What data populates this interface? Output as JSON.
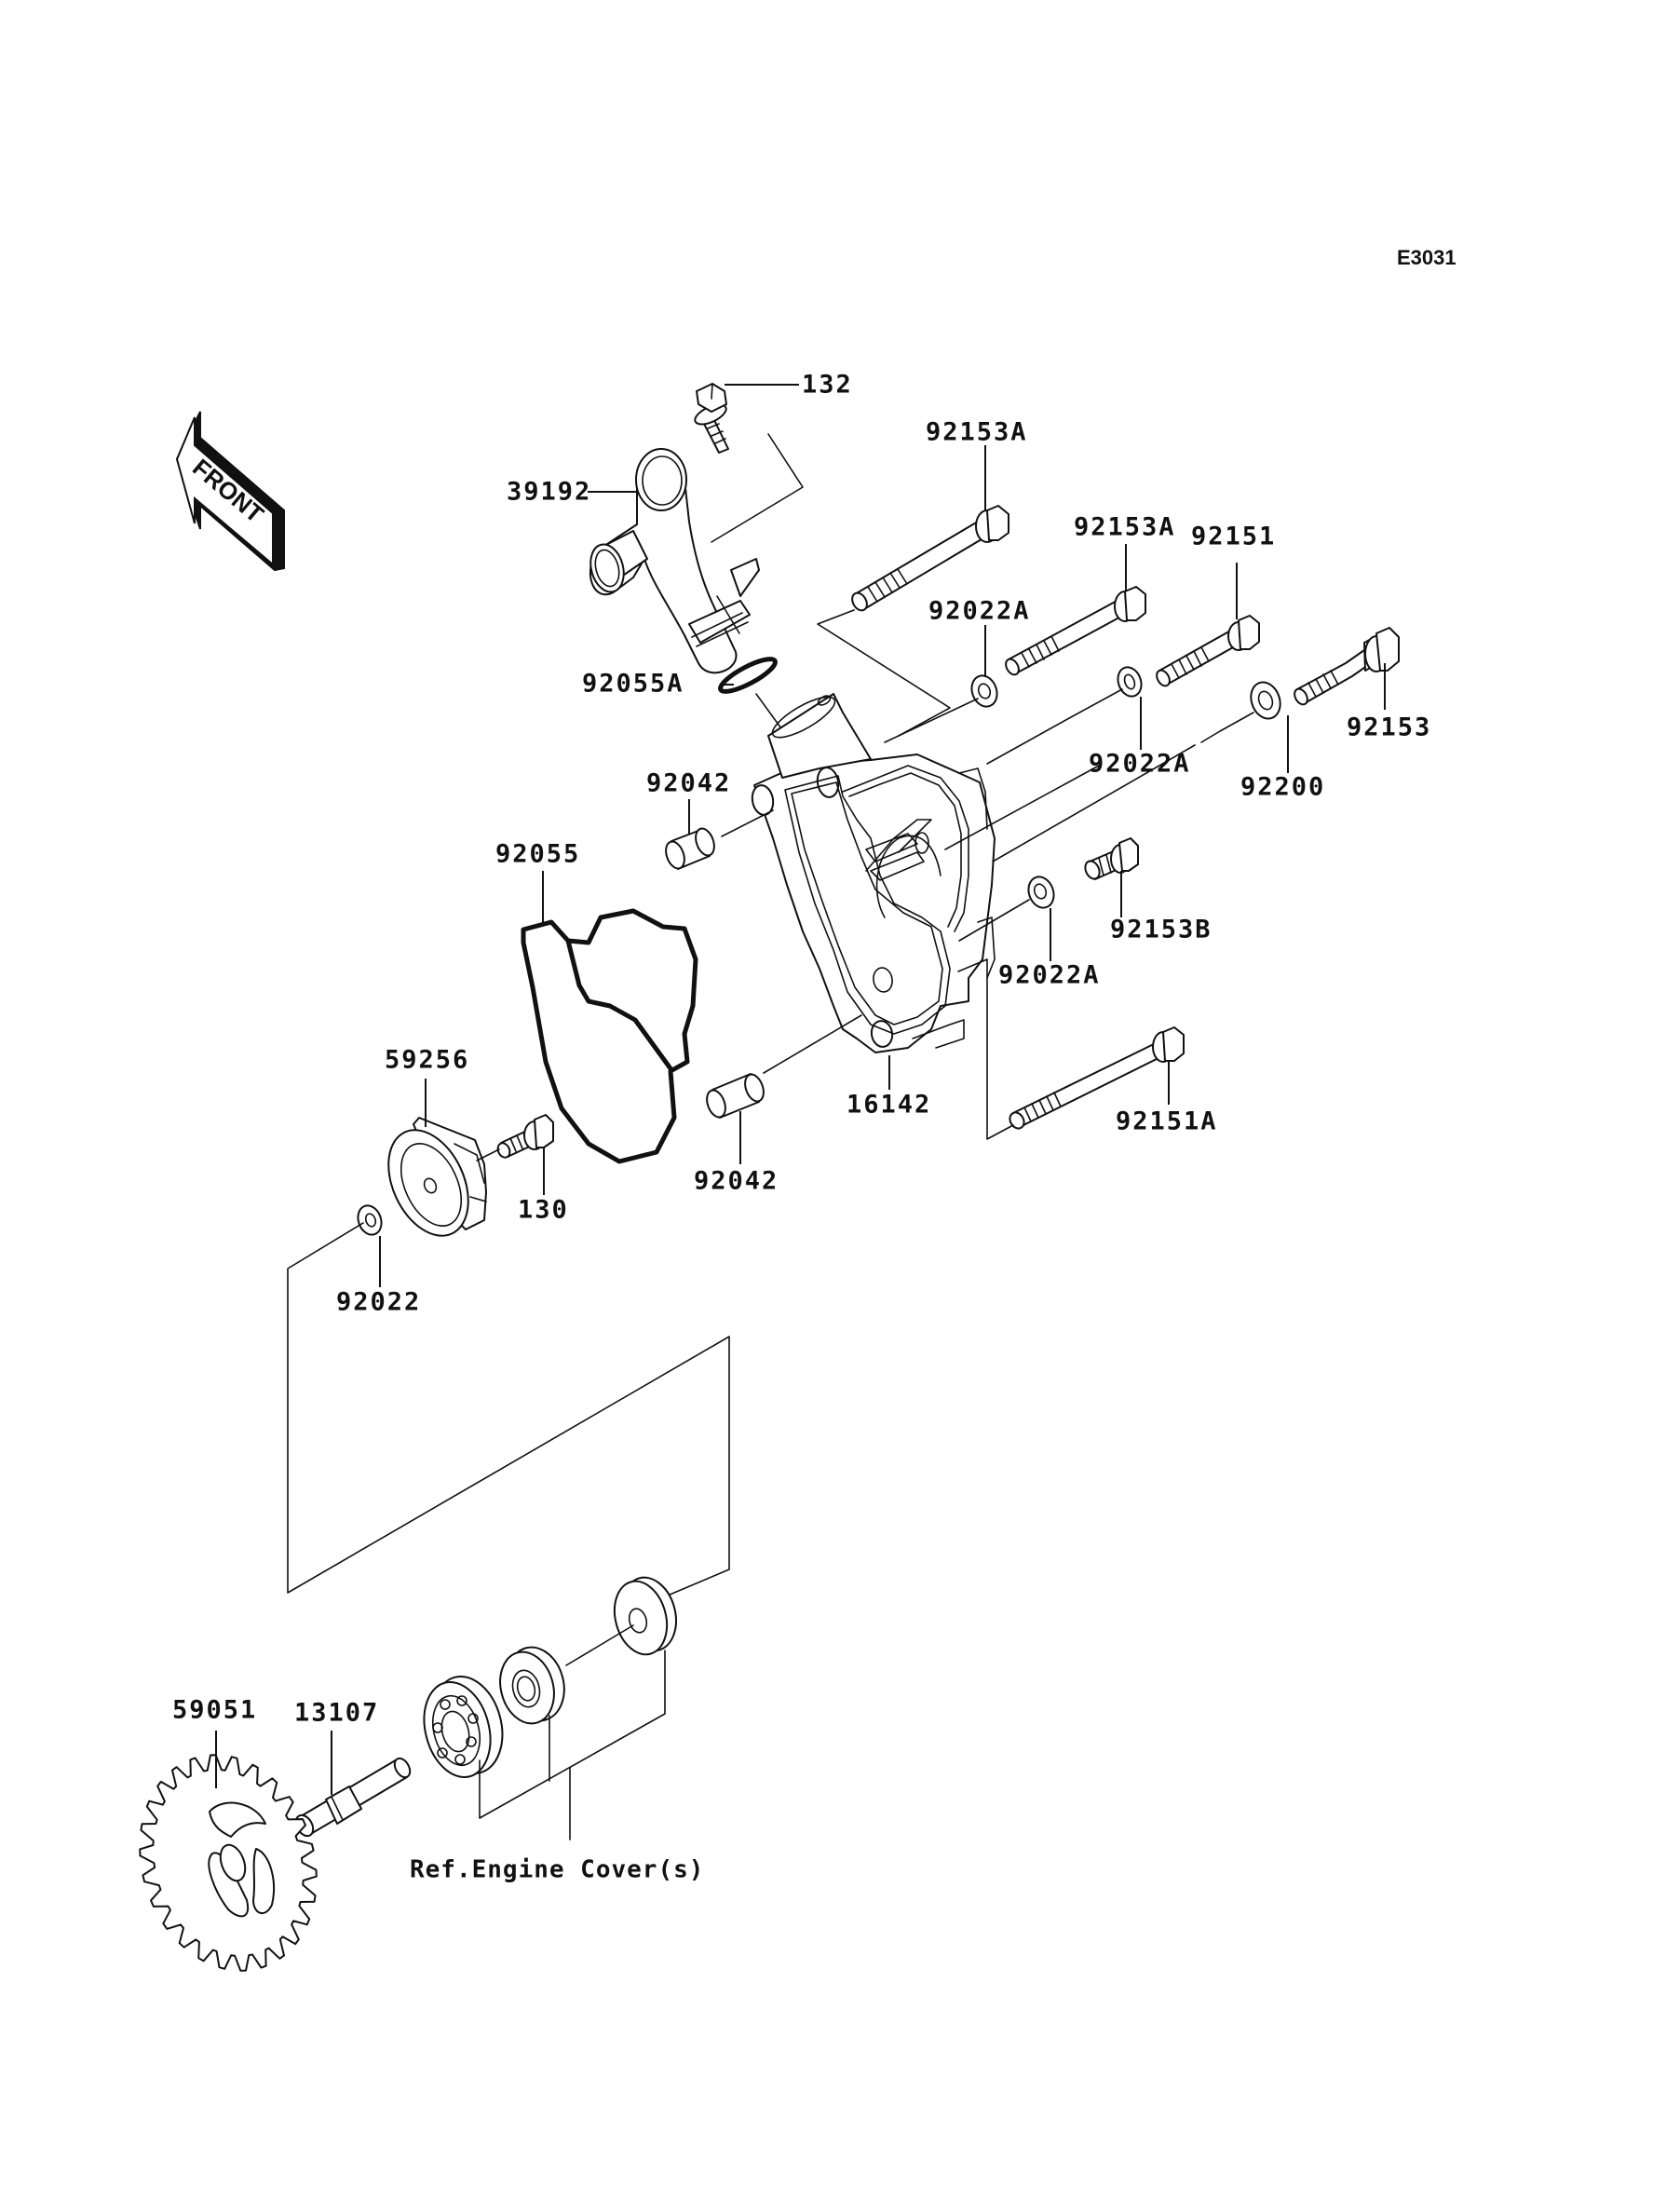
{
  "diagram": {
    "code": "E3031",
    "front_label": "FRONT",
    "reference_note": "Ref.Engine Cover(s)",
    "parts": {
      "bolt_132": "132",
      "pipe_39192": "39192",
      "bolt_92153A_top": "92153A",
      "bolt_92153A_mid": "92153A",
      "bolt_92151": "92151",
      "washer_92022A_top": "92022A",
      "oring_92055A": "92055A",
      "washer_92022A_mid": "92022A",
      "washer_92200": "92200",
      "bolt_92153": "92153",
      "pin_92042_top": "92042",
      "gasket_92055": "92055",
      "bolt_92153B": "92153B",
      "washer_92022A_low": "92022A",
      "impeller_59256": "59256",
      "cover_16142": "16142",
      "bolt_92151A": "92151A",
      "bolt_130": "130",
      "pin_92042_bottom": "92042",
      "washer_92022": "92022",
      "gear_59051": "59051",
      "shaft_13107": "13107"
    }
  }
}
